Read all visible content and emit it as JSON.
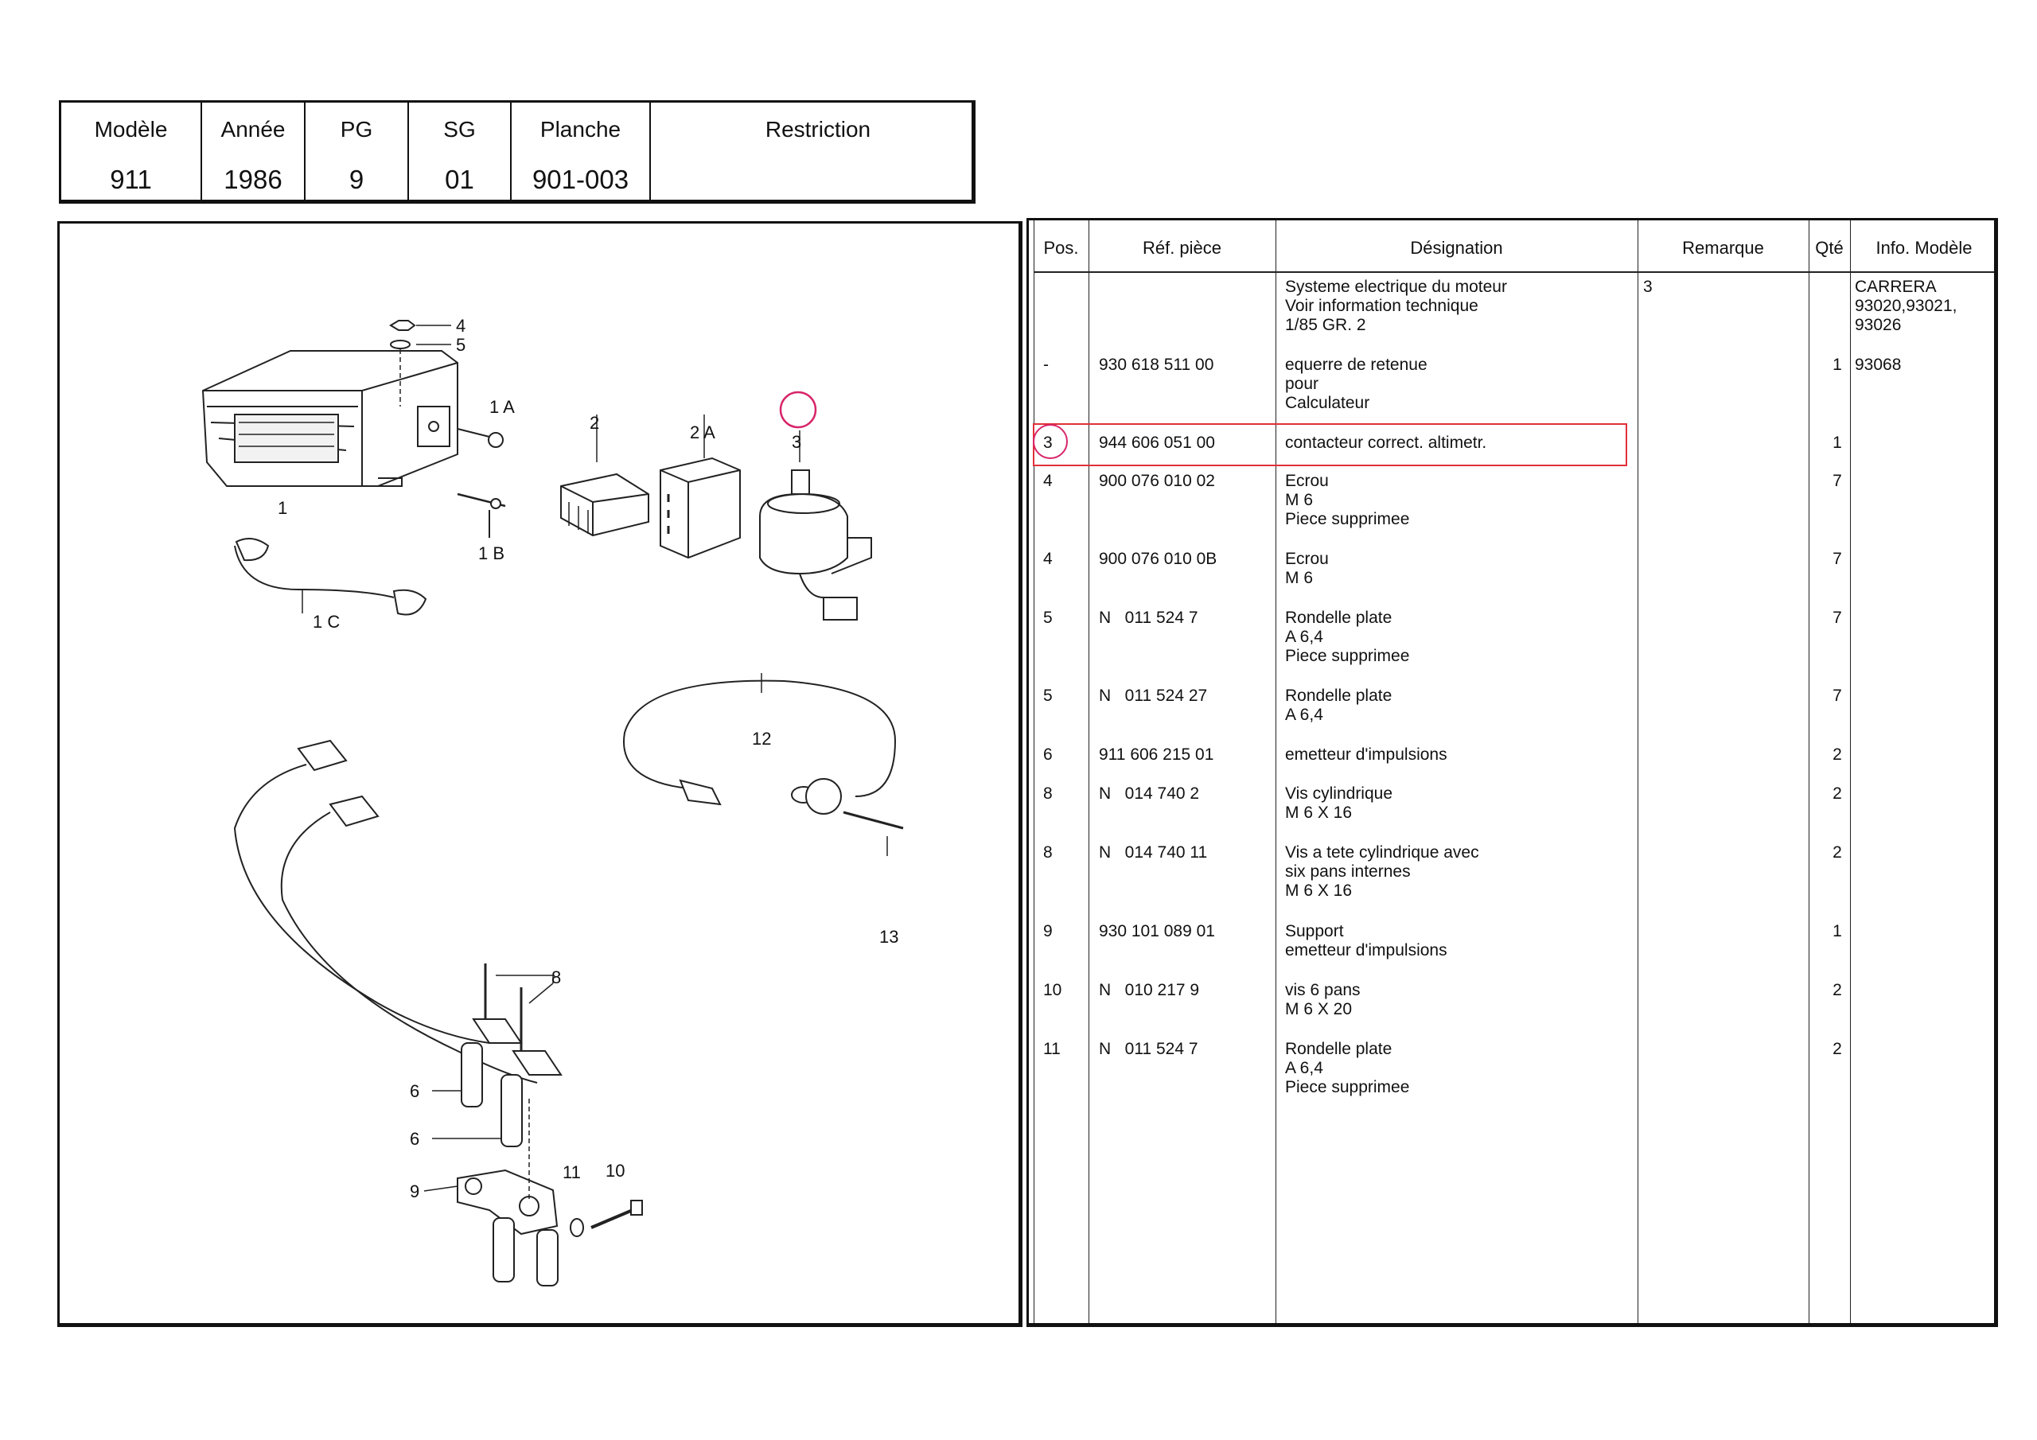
{
  "header": {
    "columns": [
      {
        "label": "Modèle",
        "value": "911"
      },
      {
        "label": "Année",
        "value": "1986"
      },
      {
        "label": "PG",
        "value": "9"
      },
      {
        "label": "SG",
        "value": "01"
      },
      {
        "label": "Planche",
        "value": "901-003"
      },
      {
        "label": "Restriction",
        "value": ""
      }
    ]
  },
  "diagram": {
    "callouts": [
      "4",
      "5",
      "1 A",
      "1",
      "1 B",
      "2",
      "2 A",
      "3",
      "1 C",
      "12",
      "13",
      "8",
      "6",
      "6",
      "9",
      "11",
      "10"
    ]
  },
  "parts_table": {
    "headers": {
      "pos": "Pos.",
      "ref": "Réf. pièce",
      "designation": "Désignation",
      "remarque": "Remarque",
      "qte": "Qté",
      "info": "Info. Modèle"
    },
    "rows": [
      {
        "pos": "",
        "ref": "",
        "designation": [
          "Systeme electrique du moteur",
          "Voir information technique",
          "1/85 GR. 2"
        ],
        "remarque": "3",
        "qte": "",
        "info": [
          "CARRERA",
          "93020,93021,",
          "93026"
        ]
      },
      {
        "pos": "-",
        "ref": "930 618 511 00",
        "designation": [
          "equerre de retenue",
          "pour",
          "Calculateur"
        ],
        "remarque": "",
        "qte": "1",
        "info": [
          "93068"
        ]
      },
      {
        "pos": "3",
        "ref": "944 606 051 00",
        "designation": [
          "contacteur correct. altimetr."
        ],
        "remarque": "",
        "qte": "1",
        "info": [],
        "highlighted": true
      },
      {
        "pos": "4",
        "ref": "900 076 010 02",
        "designation": [
          "Ecrou",
          "M 6",
          "Piece supprimee"
        ],
        "remarque": "",
        "qte": "7",
        "info": []
      },
      {
        "pos": "4",
        "ref": "900 076 010 0B",
        "designation": [
          "Ecrou",
          "M 6"
        ],
        "remarque": "",
        "qte": "7",
        "info": []
      },
      {
        "pos": "5",
        "ref": "N   011 524 7",
        "designation": [
          "Rondelle plate",
          "A 6,4",
          "Piece supprimee"
        ],
        "remarque": "",
        "qte": "7",
        "info": []
      },
      {
        "pos": "5",
        "ref": "N   011 524 27",
        "designation": [
          "Rondelle plate",
          "A 6,4"
        ],
        "remarque": "",
        "qte": "7",
        "info": []
      },
      {
        "pos": "6",
        "ref": "911 606 215 01",
        "designation": [
          "emetteur d'impulsions"
        ],
        "remarque": "",
        "qte": "2",
        "info": []
      },
      {
        "pos": "8",
        "ref": "N   014 740 2",
        "designation": [
          "Vis cylindrique",
          "M 6 X 16"
        ],
        "remarque": "",
        "qte": "2",
        "info": []
      },
      {
        "pos": "8",
        "ref": "N   014 740 11",
        "designation": [
          "Vis a tete cylindrique avec",
          "six pans internes",
          "M 6 X 16"
        ],
        "remarque": "",
        "qte": "2",
        "info": []
      },
      {
        "pos": "9",
        "ref": "930 101 089 01",
        "designation": [
          "Support",
          "emetteur d'impulsions"
        ],
        "remarque": "",
        "qte": "1",
        "info": []
      },
      {
        "pos": "10",
        "ref": "N   010 217 9",
        "designation": [
          "vis 6 pans",
          "M 6 X 20"
        ],
        "remarque": "",
        "qte": "2",
        "info": []
      },
      {
        "pos": "11",
        "ref": "N   011 524 7",
        "designation": [
          "Rondelle plate",
          "A 6,4",
          "Piece supprimee"
        ],
        "remarque": "",
        "qte": "2",
        "info": []
      }
    ]
  },
  "colors": {
    "highlight_box": "#e0303a",
    "highlight_circle": "#d8256a"
  }
}
